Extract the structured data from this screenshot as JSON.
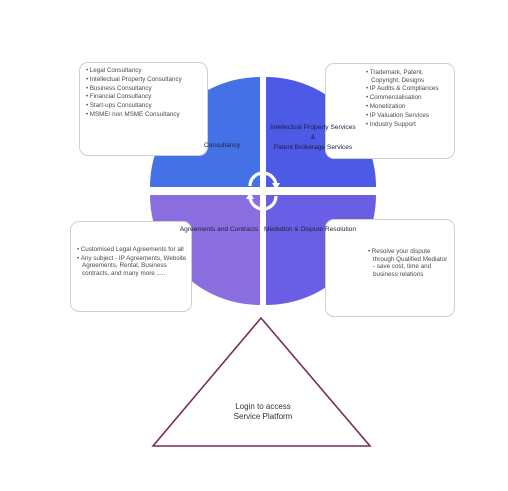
{
  "consultancy_card": {
    "items": [
      "Legal Consultancy",
      "Intellectual Property Consultancy",
      "Business Consultancy",
      "Financial Consultancy",
      "Start-ups Consultancy",
      "MSME/ non MSME Consultancy"
    ]
  },
  "ip_card": {
    "items": [
      "Trademark, Patent, Copyright, Designs",
      "IP Audits & Compliances",
      "Commercialisation",
      "Monetization",
      "IP Valuation Services",
      "Industry Support"
    ]
  },
  "agreements_card": {
    "items": [
      "Customised Legal Agreements for all",
      "Any subject - IP Agreements, Website Agreements, Rental, Business contracts, and many more ....."
    ]
  },
  "mediation_card": {
    "items": [
      "Resolve your dispute through Qualified Mediator - save cost, time and business relations"
    ]
  },
  "quadrants": {
    "consultancy": {
      "label": "Consultancy",
      "color": "#4472e6"
    },
    "ip": {
      "line1": "Intellectual Property Services",
      "amp": "&",
      "line2": "Patent Brokerage Services",
      "color": "#4d5ae6"
    },
    "agreements": {
      "label": "Agreements and Contracts",
      "color": "#8a6ee0"
    },
    "mediation": {
      "label": "Mediation & Dispute Resolution",
      "color": "#6a5fe4"
    }
  },
  "login": {
    "line1": "Login to access",
    "line2": "Service Platform",
    "border_color": "#7b2d59"
  }
}
